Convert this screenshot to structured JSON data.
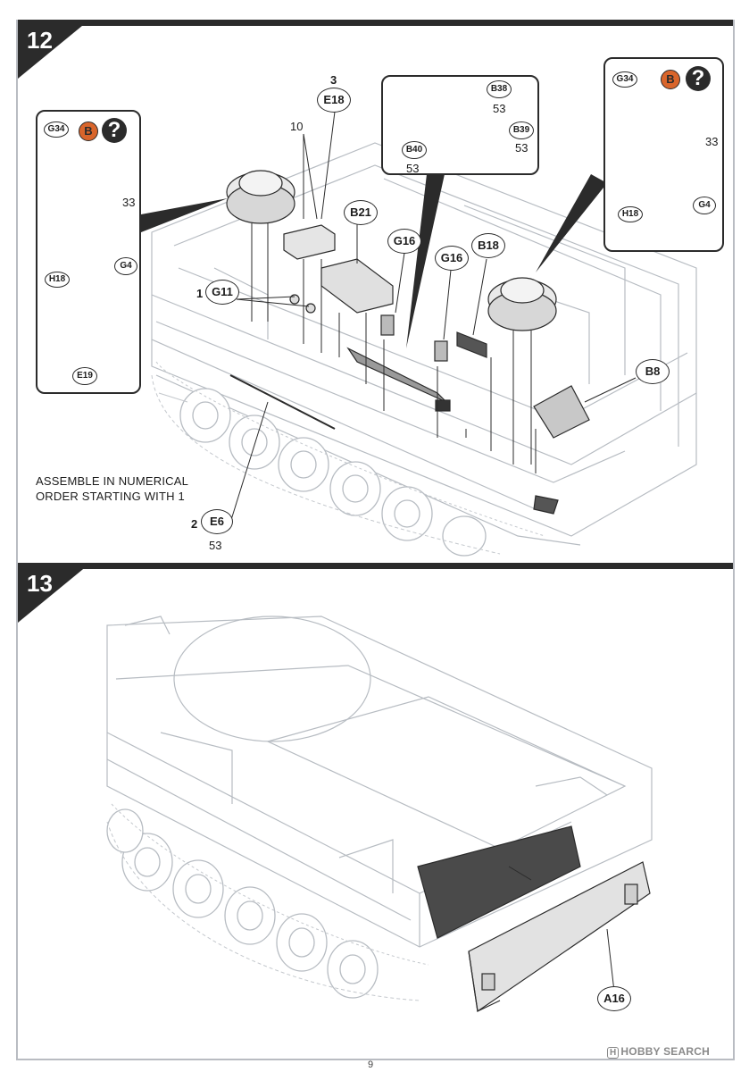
{
  "steps": [
    {
      "number": "12"
    },
    {
      "number": "13"
    }
  ],
  "step12": {
    "instruction": [
      "ASSEMBLE IN NUMERICAL",
      "ORDER STARTING WITH 1"
    ],
    "left_callout": {
      "parts": [
        "G34",
        "H18",
        "G4",
        "E19"
      ],
      "qty": "33",
      "paint_badge": "B",
      "help_icon": "?"
    },
    "right_callout": {
      "parts": [
        "G34",
        "H18",
        "G4"
      ],
      "qty": "33",
      "paint_badge": "B",
      "help_icon": "?"
    },
    "top_callout": {
      "parts": [
        "B38",
        "B39",
        "B40"
      ],
      "qtys": [
        "53",
        "53",
        "53"
      ]
    },
    "labels": {
      "e18_order": "3",
      "e18": "E18",
      "ten": "10",
      "b21": "B21",
      "g16a": "G16",
      "g16b": "G16",
      "b18": "B18",
      "g11_order": "1",
      "g11": "G11",
      "b8": "B8",
      "e6_order": "2",
      "e6": "E6",
      "e6_qty": "53"
    }
  },
  "step13": {
    "labels": {
      "a16": "A16"
    }
  },
  "footer": {
    "page_number": "9",
    "watermark_logo": "H",
    "watermark": "HOBBY SEARCH"
  }
}
